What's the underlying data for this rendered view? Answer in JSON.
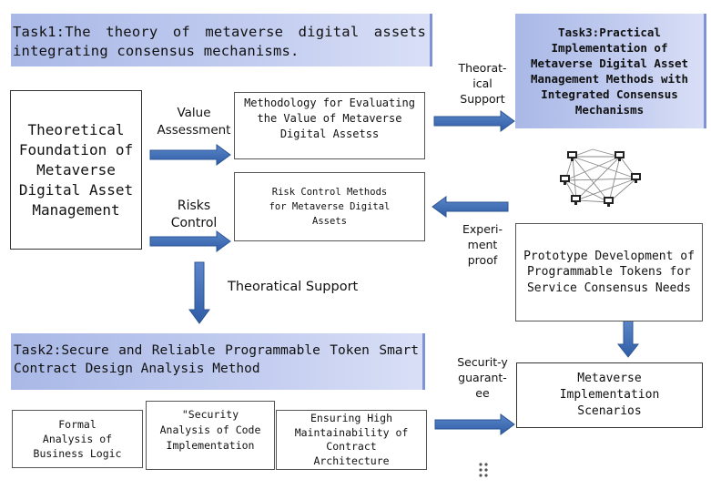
{
  "task1": {
    "title": "Task1:The theory of metaverse digital assets integrating consensus mechanisms."
  },
  "task2": {
    "title": "Task2:Secure and Reliable Programmable Token Smart Contract Design Analysis Method"
  },
  "task3": {
    "title": "Task3:Practical Implementation of Metaverse Digital Asset Management Methods with Integrated Consensus Mechanisms"
  },
  "foundation": {
    "text": "Theoretical Foundation of Metaverse Digital Asset Management"
  },
  "value_assessment": {
    "label": "Value Assessment"
  },
  "risks_control": {
    "label": "Risks Control"
  },
  "methodology": {
    "text": "Methodology for Evaluating the Value of Metaverse Digital Assetss"
  },
  "risk_methods": {
    "text": "Risk Control Methods for Metaverse Digital Assets"
  },
  "theoretical_support_top": {
    "label": "Theorat-ical Support"
  },
  "theoretical_support_mid": {
    "label": "Theoratical Support"
  },
  "experiment_proof": {
    "label": "Experi-ment proof"
  },
  "prototype": {
    "text": "Prototype Development of Programmable Tokens for Service Consensus Needs"
  },
  "security_guarantee": {
    "label": "Securit-y guarant-ee"
  },
  "scenarios": {
    "text": "Metaverse Implementation Scenarios"
  },
  "formal_analysis": {
    "text": "Formal Analysis of Business Logic"
  },
  "security_analysis": {
    "text": "\"Security Analysis of Code Implementation"
  },
  "maintainability": {
    "text": "Ensuring High Maintainability of Contract Architecture"
  },
  "colors": {
    "banner": "#b4c2ea",
    "arrow": "#3f6fb7",
    "arrow_edge": "#2d5595"
  },
  "icons": {
    "network": "network-nodes-icon",
    "drag": "drag-handle-icon"
  }
}
